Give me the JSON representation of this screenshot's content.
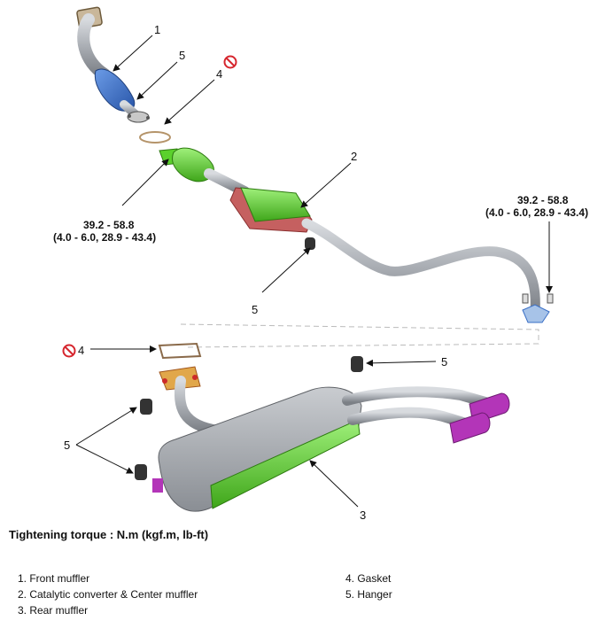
{
  "callouts": {
    "front_muffler": "1",
    "catalytic_center": "2",
    "rear_muffler": "3",
    "gasket_top": "4",
    "gasket_mid": "4",
    "hanger_top": "5",
    "hanger_mid": "5",
    "hanger_right": "5",
    "hanger_left": "5"
  },
  "torques": {
    "left": {
      "line1": "39.2 - 58.8",
      "line2": "(4.0 - 6.0, 28.9 - 43.4)"
    },
    "right": {
      "line1": "39.2 - 58.8",
      "line2": "(4.0 - 6.0, 28.9 - 43.4)"
    }
  },
  "torque_title": "Tightening torque : N.m (kgf.m, lb-ft)",
  "legend": {
    "items": [
      "1. Front muffler",
      "2. Catalytic converter & Center muffler",
      "3. Rear muffler",
      "4. Gasket",
      "5. Hanger"
    ]
  },
  "colors": {
    "pipe": "#a9adb3",
    "front_muffler": "#3a6fc6",
    "catalyst_green": "#5bd12c",
    "muffler_body": "#9ea2a8",
    "tip_purple": "#b335b8",
    "flange_red": "#cc2a2a",
    "no_reuse_red": "#d6262e"
  }
}
